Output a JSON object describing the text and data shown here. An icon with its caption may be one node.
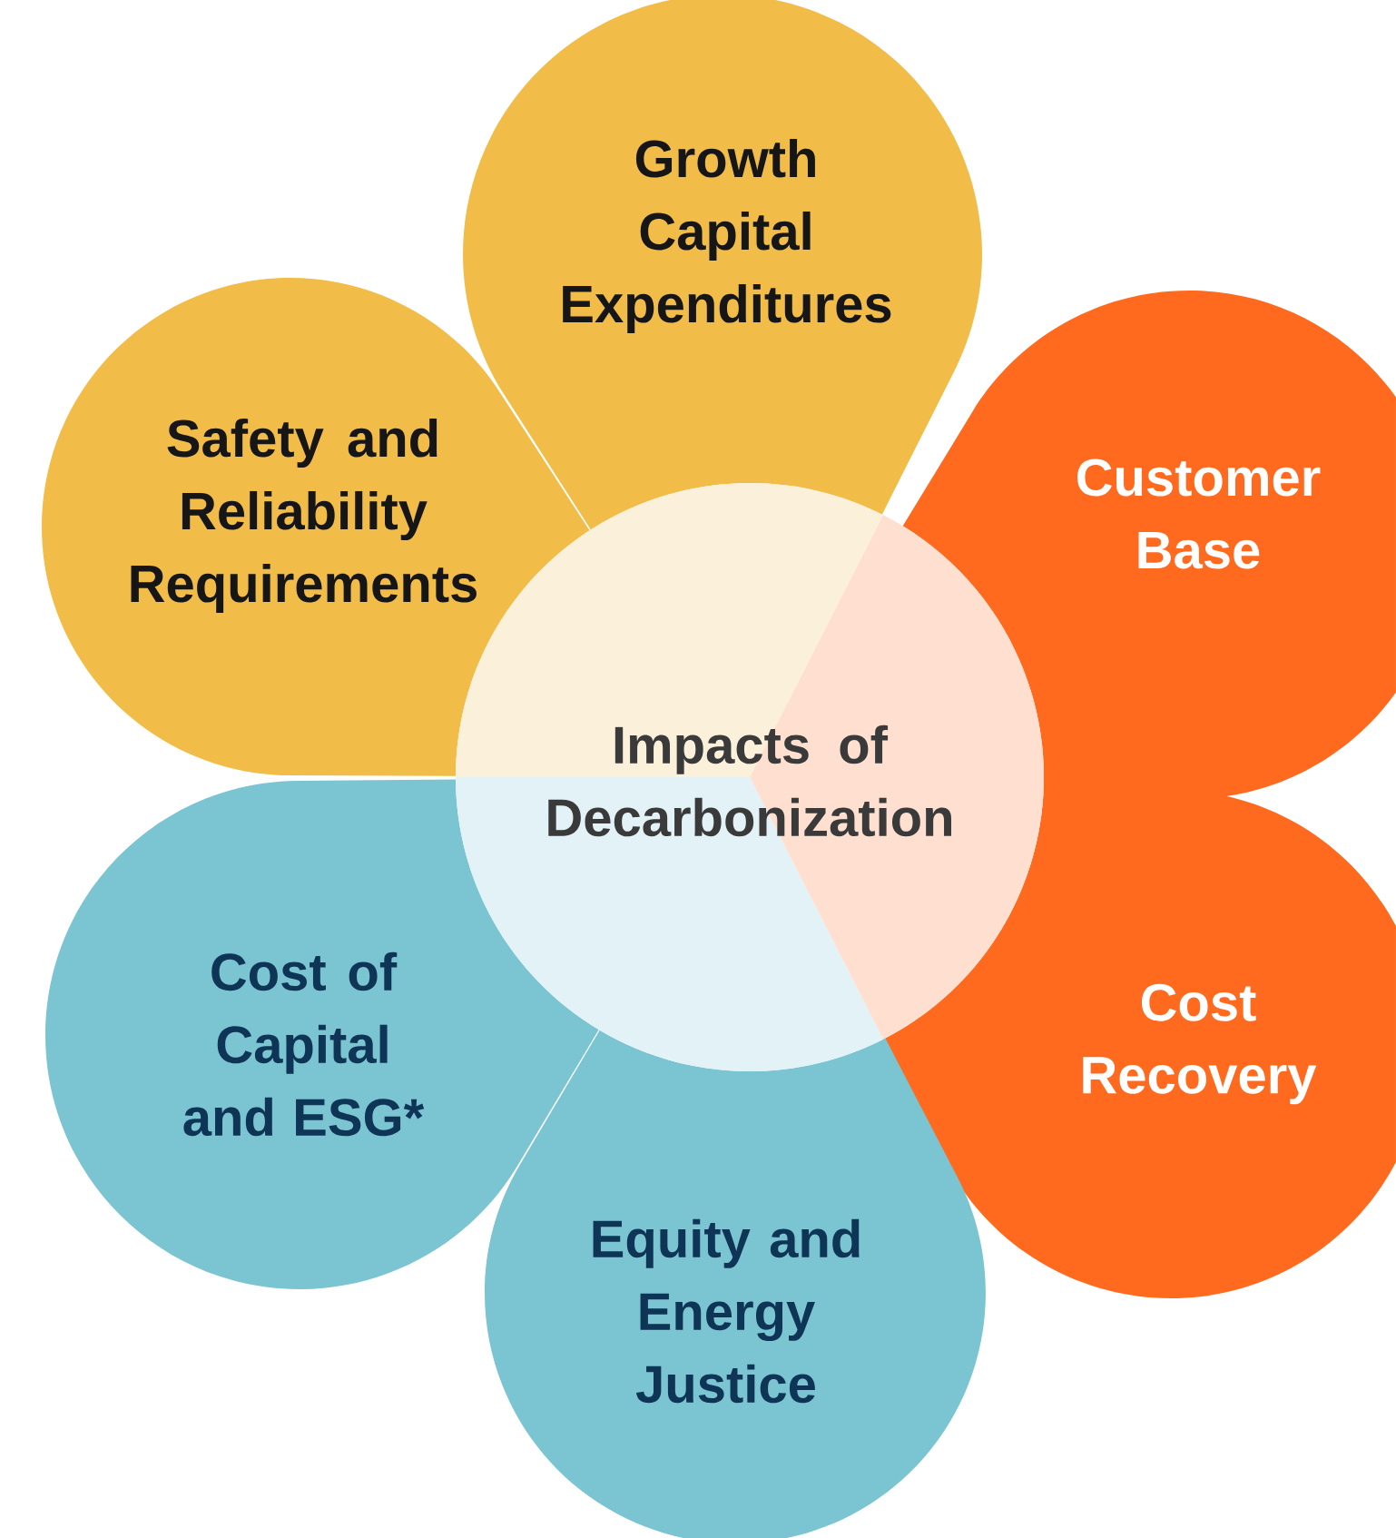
{
  "diagram": {
    "nodes": [
      {
        "text": [
          "Growth Capital Expenditures"
        ]
      },
      {
        "text": [
          "Safety and Reliability Requirements"
        ]
      },
      {
        "text": [
          "Customer Base"
        ]
      },
      {
        "text": [
          "Impacts of Decarbonization"
        ]
      },
      {
        "text": [
          "Cost of Capital and ESG*"
        ]
      },
      {
        "text": [
          "Cost Recovery"
        ]
      },
      {
        "text": [
          "Equity and Energy Justice"
        ]
      }
    ],
    "edges": []
  }
}
